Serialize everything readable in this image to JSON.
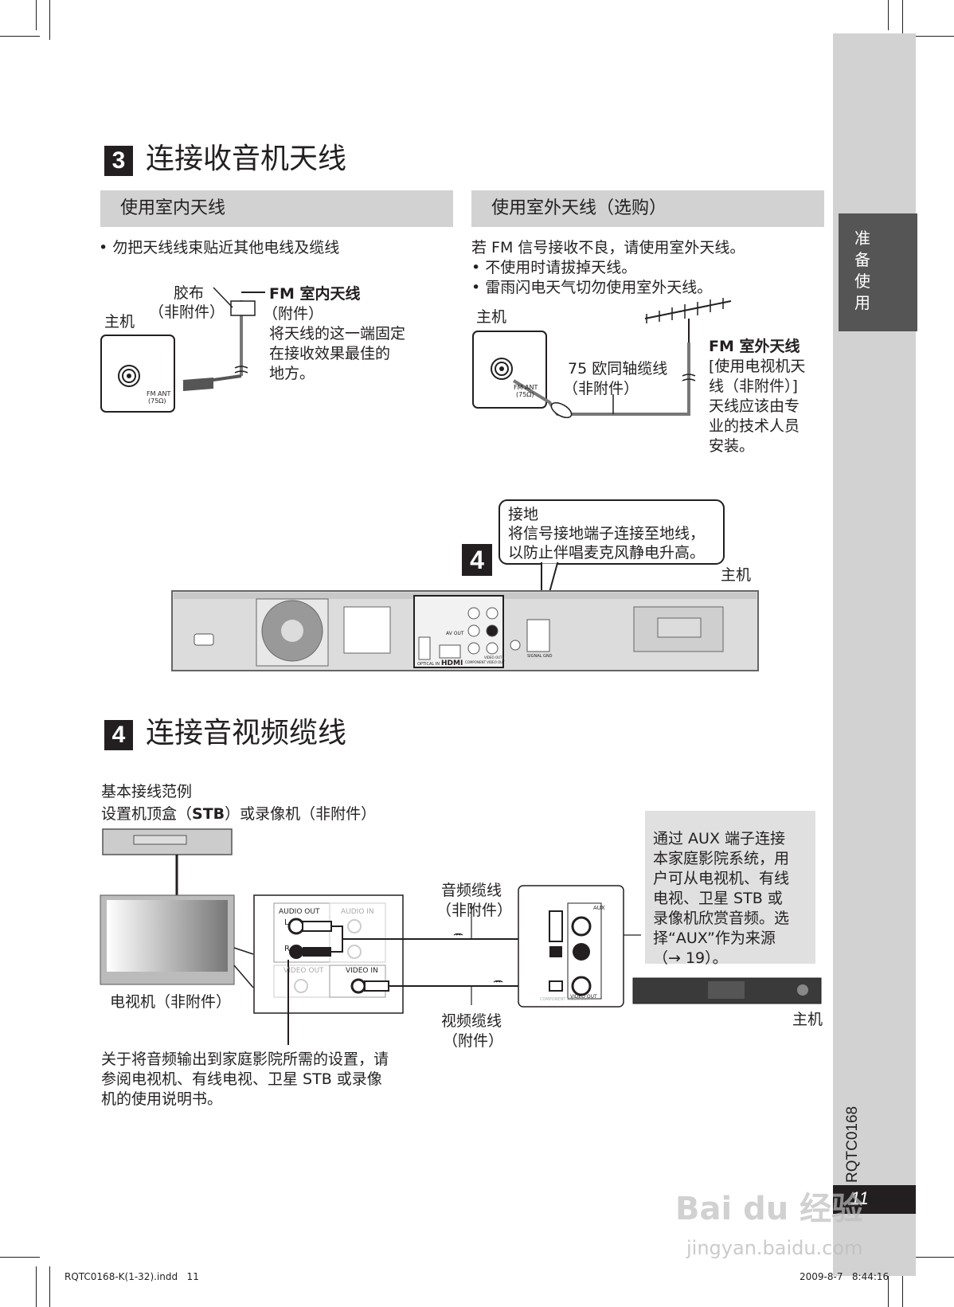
{
  "section3": {
    "number": "3",
    "title": "连接收音机天线",
    "indoor": {
      "heading": "使用室内天线",
      "bullet": "• 勿把天线线束贴近其他电线及缆线",
      "main_unit": "主机",
      "tape": "胶布",
      "tape_note": "（非附件）",
      "fm_label": "FM 室内天线",
      "fm_note": "（附件）",
      "fix_line1": "将天线的这一端固定",
      "fix_line2": "在接收效果最佳的",
      "fix_line3": "地方。",
      "jack_label": "FM ANT",
      "jack_ohm": "(75Ω)"
    },
    "outdoor": {
      "heading": "使用室外天线（选购）",
      "intro": "若 FM 信号接收不良，请使用室外天线。",
      "bullet1": "• 不使用时请拔掉天线。",
      "bullet2": "• 雷雨闪电天气切勿使用室外天线。",
      "main_unit": "主机",
      "coax": "75 欧同轴缆线",
      "coax_note": "（非附件）",
      "fm_label": "FM 室外天线",
      "line2": "[使用电视机天",
      "line3": "线（非附件）]",
      "line4": "天线应该由专",
      "line5": "业的技术人员",
      "line6": "安装。",
      "jack_label": "FM ANT",
      "jack_ohm": "(75Ω)"
    }
  },
  "ground": {
    "title": "接地",
    "line1": "将信号接地端子连接至地线，",
    "line2": "以防止伴唱麦克风静电升高。",
    "main_unit": "主机",
    "callout_number": "4",
    "port_labels": [
      "AV OUT",
      "OPTICAL IN",
      "HDMI",
      "COMPONENT VIDEO OUT",
      "VIDEO OUT",
      "SIGNAL GND"
    ]
  },
  "section4": {
    "number": "4",
    "title": "连接音视频缆线",
    "example": "基本接线范例",
    "stb_prefix": "设置机顶盒（",
    "stb_bold": "STB",
    "stb_suffix": "）或录像机（非附件）",
    "tv": "电视机（非附件）",
    "audio_cable": "音频缆线",
    "audio_note": "（非附件）",
    "video_cable": "视频缆线",
    "video_note": "（附件）",
    "main_unit": "主机",
    "tv_panel": {
      "audio_out": "AUDIO OUT",
      "audio_in": "AUDIO IN",
      "l": "L",
      "r": "R",
      "video_out": "VIDEO OUT",
      "video_in": "VIDEO IN"
    },
    "unit_panel": {
      "aux": "AUX",
      "component": "COMPONENT VIDEO OUT",
      "video_out": "VIDEO OUT"
    },
    "aux_box": [
      "通过 AUX 端子连接",
      "本家庭影院系统，用",
      "户可从电视机、有线",
      "电视、卫星 STB 或",
      "录像机欣赏音频。选",
      "择“AUX”作为来源",
      "（→ 19）。"
    ],
    "note": [
      "关于将音频输出到家庭影院所需的设置，请",
      "参阅电视机、有线电视、卫星 STB 或录像",
      "机的使用说明书。"
    ]
  },
  "sidebar": {
    "tab": "准备使用",
    "code": "RQTC0168",
    "page": "11"
  },
  "footer": {
    "left": "RQTC0168-K(1-32).indd   11",
    "right": "2009-8-7   8:44:16"
  },
  "watermark": {
    "brand": "Bai du 经验",
    "url": "jingyan.baidu.com"
  }
}
